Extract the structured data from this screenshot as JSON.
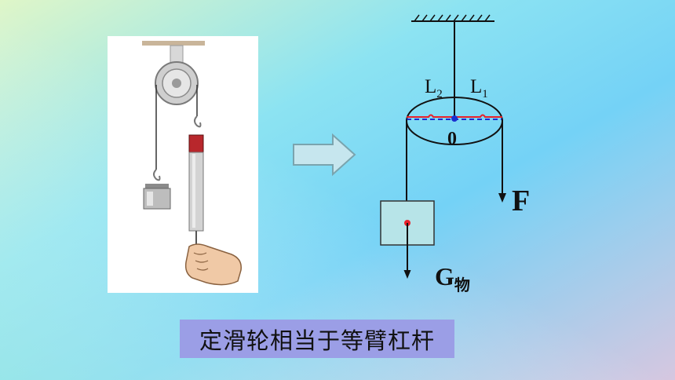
{
  "background": {
    "colors": [
      "#dff6c8",
      "#8ce3f2",
      "#6fcdf6",
      "#b7d3ee",
      "#d7c8e2"
    ]
  },
  "diagram": {
    "label_L2": {
      "main": "L",
      "sub": "2"
    },
    "label_L1": {
      "main": "L",
      "sub": "1"
    },
    "label_pivot": "0",
    "label_force": "F",
    "label_weight": {
      "main": "G",
      "sub": "物"
    },
    "colors": {
      "lever_arm": "#e8202a",
      "center_line": "#1a2fd0",
      "block_fill": "#b7e4e8",
      "pivot_dot": "#1a2fd0",
      "block_dot": "#e8202a"
    }
  },
  "arrow_icon": "right-arrow-icon",
  "caption": {
    "text": "定滑轮相当于等臂杠杆",
    "background": "#9b9ee6"
  }
}
